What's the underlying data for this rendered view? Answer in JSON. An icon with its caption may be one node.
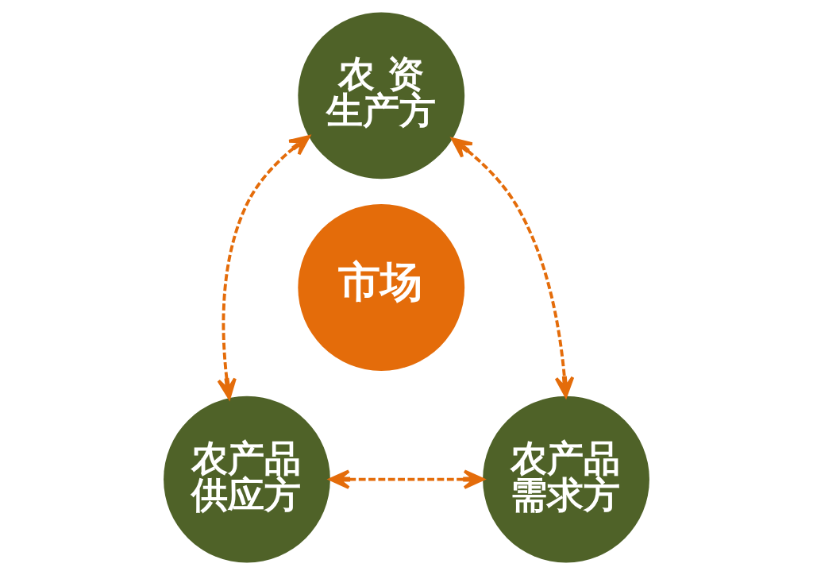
{
  "diagram": {
    "nodes": [
      {
        "text": [
          "农 资生产方"
        ]
      },
      {
        "text": [
          "市场"
        ]
      },
      {
        "text": [
          "农产品供应方"
        ]
      },
      {
        "text": [
          "农产品需求方"
        ]
      }
    ],
    "edges": [
      {
        "from": 0,
        "to": 2,
        "arrow": "both",
        "style": "dashed"
      },
      {
        "from": 0,
        "to": 3,
        "arrow": "both",
        "style": "dashed"
      },
      {
        "from": 2,
        "to": 3,
        "arrow": "both",
        "style": "dashed"
      }
    ]
  }
}
